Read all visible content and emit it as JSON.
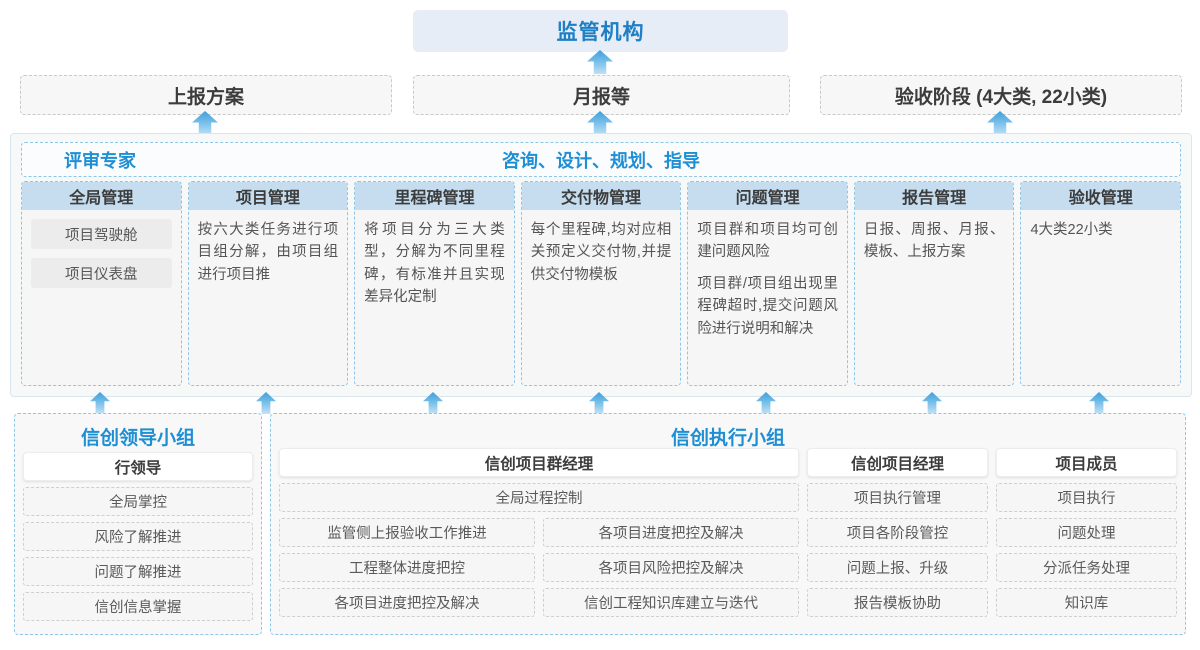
{
  "regulator": {
    "label": "监管机构"
  },
  "top_row": [
    {
      "label": "上报方案"
    },
    {
      "label": "月报等"
    },
    {
      "label": "验收阶段 (4大类, 22小类)"
    }
  ],
  "middle": {
    "left_label": "评审专家",
    "center_label": "咨询、设计、规划、指导",
    "columns": [
      {
        "title": "全局管理",
        "paragraphs": [],
        "pills": [
          "项目驾驶舱",
          "项目仪表盘"
        ]
      },
      {
        "title": "项目管理",
        "paragraphs": [
          "按六大类任务进行项目组分解，由项目组进行项目推"
        ],
        "pills": []
      },
      {
        "title": "里程碑管理",
        "paragraphs": [
          "将项目分为三大类型，分解为不同里程碑，有标准并且实现差异化定制"
        ],
        "pills": []
      },
      {
        "title": "交付物管理",
        "paragraphs": [
          "每个里程碑,均对应相关预定义交付物,并提供交付物模板"
        ],
        "pills": []
      },
      {
        "title": "问题管理",
        "paragraphs": [
          "项目群和项目均可创建问题风险",
          "项目群/项目组出现里程碑超时,提交问题风险进行说明和解决"
        ],
        "pills": []
      },
      {
        "title": "报告管理",
        "paragraphs": [
          "日报、周报、月报、模板、上报方案"
        ],
        "pills": []
      },
      {
        "title": "验收管理",
        "paragraphs": [
          "4大类22小类"
        ],
        "pills": []
      }
    ]
  },
  "bottom": {
    "leading_group": {
      "title": "信创领导小组",
      "role": "行领导",
      "tasks": [
        "全局掌控",
        "风险了解推进",
        "问题了解推进",
        "信创信息掌握"
      ]
    },
    "execution_group": {
      "title": "信创执行小组",
      "program_manager": {
        "role": "信创项目群经理",
        "wide_task": "全局过程控制",
        "left_tasks": [
          "监管侧上报验收工作推进",
          "工程整体进度把控",
          "各项目进度把控及解决"
        ],
        "right_tasks": [
          "各项目进度把控及解决",
          "各项目风险把控及解决",
          "信创工程知识库建立与迭代"
        ]
      },
      "project_manager": {
        "role": "信创项目经理",
        "tasks": [
          "项目执行管理",
          "项目各阶段管控",
          "问题上报、升级",
          "报告模板协助"
        ]
      },
      "project_member": {
        "role": "项目成员",
        "tasks": [
          "项目执行",
          "问题处理",
          "分派任务处理",
          "知识库"
        ]
      }
    }
  },
  "colors": {
    "accent_blue": "#1f8fd4",
    "header_fill": "#e7edf6",
    "column_head_fill": "#c5ddee",
    "arrow_top": "#3f9fdc",
    "dashed_blue": "#8ec6e8",
    "dashed_gray": "#c9c9c9"
  }
}
